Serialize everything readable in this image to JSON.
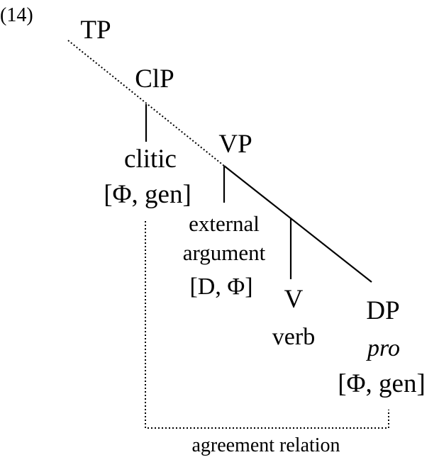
{
  "example_number": "(14)",
  "nodes": {
    "tp": "TP",
    "clp": "ClP",
    "vp": "VP",
    "v": "V",
    "dp": "DP"
  },
  "clitic": {
    "label": "clitic",
    "features": "[Φ, gen]"
  },
  "external_argument": {
    "line1": "external",
    "line2": "argument",
    "features": "[D, Φ]"
  },
  "verb": "verb",
  "object": {
    "label": "pro",
    "features": "[Φ, gen]"
  },
  "relation_label": "agreement relation"
}
